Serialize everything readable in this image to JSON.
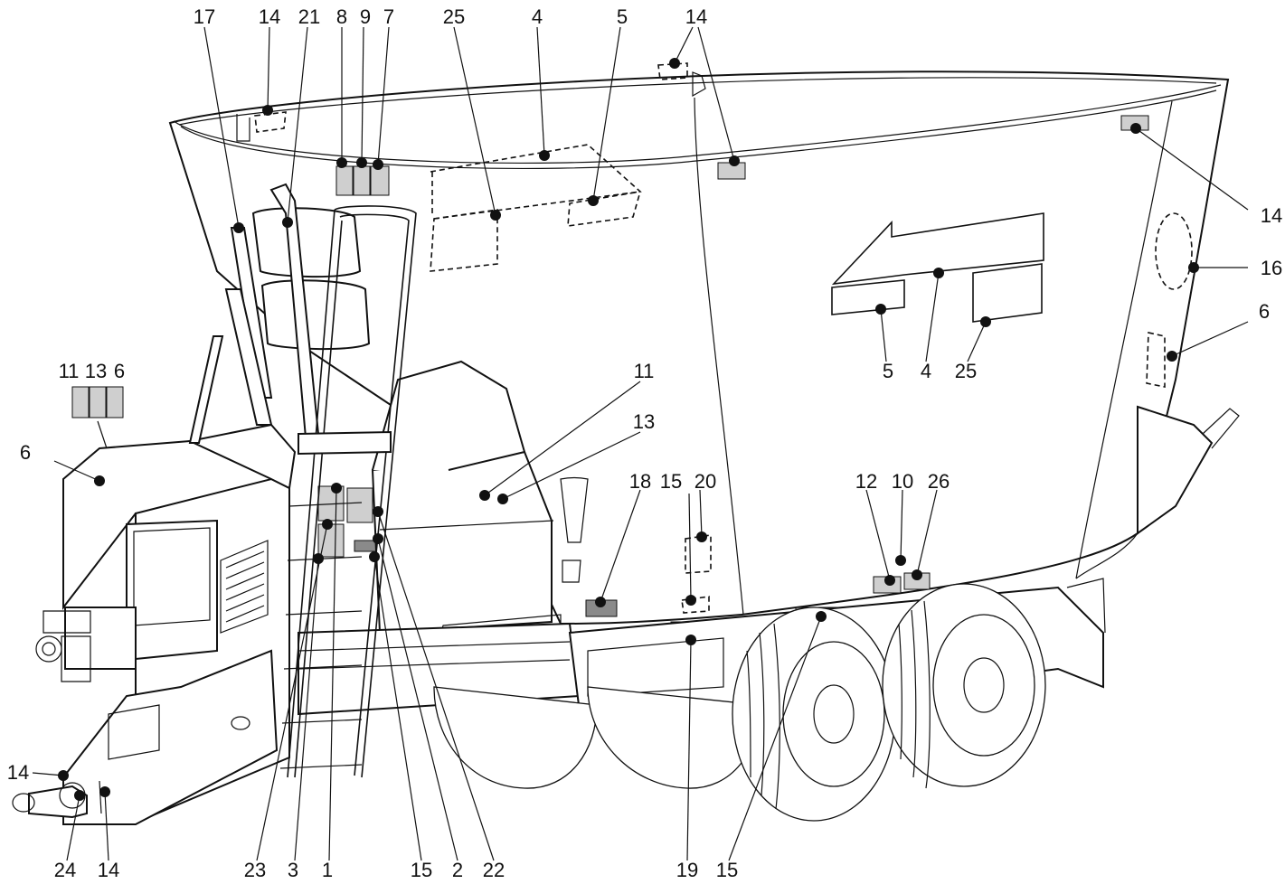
{
  "callouts": [
    {
      "id": "c17a",
      "label": "17"
    },
    {
      "id": "c14a",
      "label": "14"
    },
    {
      "id": "c21",
      "label": "21"
    },
    {
      "id": "c8",
      "label": "8"
    },
    {
      "id": "c9",
      "label": "9"
    },
    {
      "id": "c7",
      "label": "7"
    },
    {
      "id": "c25a",
      "label": "25"
    },
    {
      "id": "c4a",
      "label": "4"
    },
    {
      "id": "c5a",
      "label": "5"
    },
    {
      "id": "c14b",
      "label": "14"
    },
    {
      "id": "c14c",
      "label": "14"
    },
    {
      "id": "c16",
      "label": "16"
    },
    {
      "id": "c6a",
      "label": "6"
    },
    {
      "id": "c5b",
      "label": "5"
    },
    {
      "id": "c4b",
      "label": "4"
    },
    {
      "id": "c25b",
      "label": "25"
    },
    {
      "id": "c11a",
      "label": "11"
    },
    {
      "id": "c13a",
      "label": "13"
    },
    {
      "id": "c6b",
      "label": "6"
    },
    {
      "id": "c6c",
      "label": "6"
    },
    {
      "id": "c11b",
      "label": "11"
    },
    {
      "id": "c13b",
      "label": "13"
    },
    {
      "id": "c18",
      "label": "18"
    },
    {
      "id": "c15a",
      "label": "15"
    },
    {
      "id": "c20",
      "label": "20"
    },
    {
      "id": "c12",
      "label": "12"
    },
    {
      "id": "c10",
      "label": "10"
    },
    {
      "id": "c26",
      "label": "26"
    },
    {
      "id": "c14d",
      "label": "14"
    },
    {
      "id": "c24",
      "label": "24"
    },
    {
      "id": "c14e",
      "label": "14"
    },
    {
      "id": "c23",
      "label": "23"
    },
    {
      "id": "c3",
      "label": "3"
    },
    {
      "id": "c1",
      "label": "1"
    },
    {
      "id": "c15b",
      "label": "15"
    },
    {
      "id": "c2",
      "label": "2"
    },
    {
      "id": "c22",
      "label": "22"
    },
    {
      "id": "c19",
      "label": "19"
    },
    {
      "id": "c15c",
      "label": "15"
    }
  ]
}
